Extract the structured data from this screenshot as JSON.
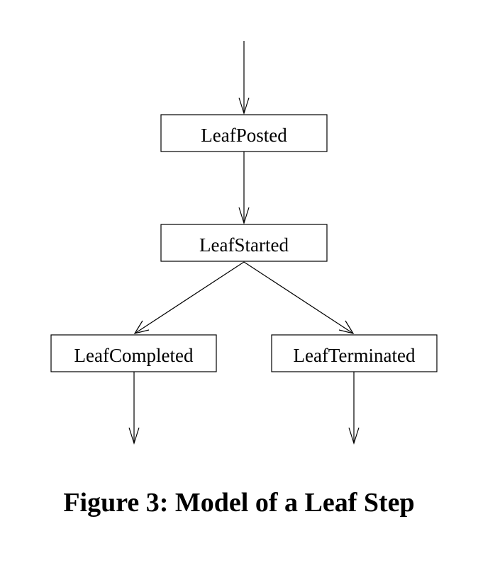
{
  "diagram": {
    "nodes": {
      "leaf_posted": "LeafPosted",
      "leaf_started": "LeafStarted",
      "leaf_completed": "LeafCompleted",
      "leaf_terminated": "LeafTerminated"
    },
    "edges": [
      {
        "from": "",
        "to": "LeafPosted"
      },
      {
        "from": "LeafPosted",
        "to": "LeafStarted"
      },
      {
        "from": "LeafStarted",
        "to": "LeafCompleted"
      },
      {
        "from": "LeafStarted",
        "to": "LeafTerminated"
      },
      {
        "from": "LeafCompleted",
        "to": ""
      },
      {
        "from": "LeafTerminated",
        "to": ""
      }
    ]
  },
  "caption": "Figure 3: Model of a Leaf Step",
  "colors": {
    "stroke": "#000000",
    "background": "#ffffff"
  }
}
